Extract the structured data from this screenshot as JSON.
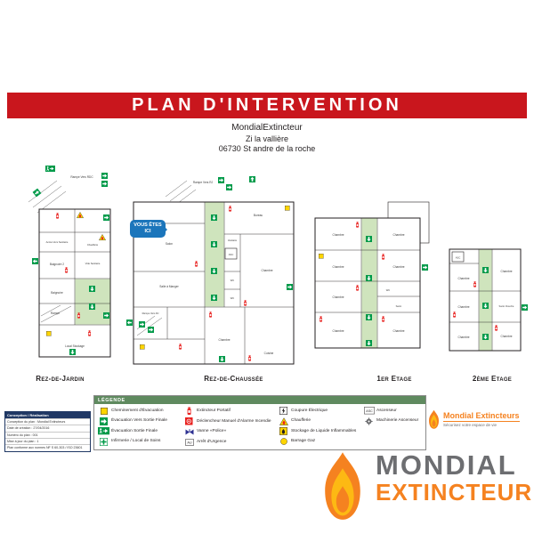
{
  "title": "PLAN D'INTERVENTION",
  "address": {
    "line1": "MondialExtincteur",
    "line2": "Zi la vallière",
    "line3": "06730 St andre de la roche"
  },
  "you_are_here": "VOUS ÊTES ICI",
  "floor_labels": {
    "rdj": "Rez-de-Jardin",
    "rdc": "Rez-de-Chaussée",
    "e1": "1er Etage",
    "e2": "2ème Etage"
  },
  "rooms": {
    "chambre": "Chambre",
    "wc": "WC",
    "sanit": "Sanit.",
    "sanit_douche": "Sanit. Douche",
    "terrasse": "Terrasse",
    "bureau": "Bureau",
    "salon": "Salon",
    "salle_a_manger": "Salle à Manger",
    "vestiaire": "Vestiaire",
    "cuisine": "Cuisine",
    "chaufferie": "Chaufferie",
    "vide_sanitaire": "Vide Sanitaire",
    "acces_vers_sanitaire": "Accès Vers Sanitaire",
    "baignoire": "Baignoire",
    "baignoire_2": "Baignoire 2",
    "rampe": "Rampe",
    "local_stockage": "Local Stockage",
    "rampe_vers_rdc": "Rampe Vers RDC",
    "rampe_vers_rj": "Rampe Vers RJ",
    "asc": "ASC"
  },
  "legend": {
    "title": "LÉGENDE",
    "au_label": "AU",
    "items": [
      {
        "label": "Cheminement d'Évacuation",
        "icon": "evacuation-path"
      },
      {
        "label": "Évacuation Vers Sortie Finale",
        "icon": "evacuation-arrow"
      },
      {
        "label": "Évacuation Sortie Finale",
        "icon": "final-exit"
      },
      {
        "label": "Infirmerie / Local de Soins",
        "icon": "first-aid"
      },
      {
        "label": "Extincteur Portatif",
        "icon": "extinguisher"
      },
      {
        "label": "Déclencheur Manuel d'Alarme Incendie",
        "icon": "manual-alarm"
      },
      {
        "label": "Vanne «Police»",
        "icon": "police-valve"
      },
      {
        "label": "Arrêt d'Urgence",
        "icon": "emergency-stop"
      },
      {
        "label": "Coupure Électrique",
        "icon": "power-cut"
      },
      {
        "label": "Chaufferie",
        "icon": "boiler-room"
      },
      {
        "label": "Stockage de Liquide Inflammables",
        "icon": "flammable-storage"
      },
      {
        "label": "Barrage Gaz",
        "icon": "gas-shutoff"
      },
      {
        "label": "Ascenseur",
        "icon": "elevator"
      },
      {
        "label": "Machinerie Ascenseur",
        "icon": "elevator-machinery"
      }
    ]
  },
  "info_box": {
    "header": "Conception / Réalisation",
    "rows": [
      "Conception du plan : Mondial Extincteurs",
      "Date de création : 27/04/2016",
      "Numéro du plan : 001",
      "Mise à jour du plan : 1",
      "Plan conforme aux normes NF S 60-303 / ISO 23601"
    ]
  },
  "brand": {
    "small_name": "Mondial Extincteurs",
    "small_tagline": "Sécurisez votre espace de vie",
    "big_line1": "MONDIAL",
    "big_line2": "EXTINCTEUR"
  }
}
